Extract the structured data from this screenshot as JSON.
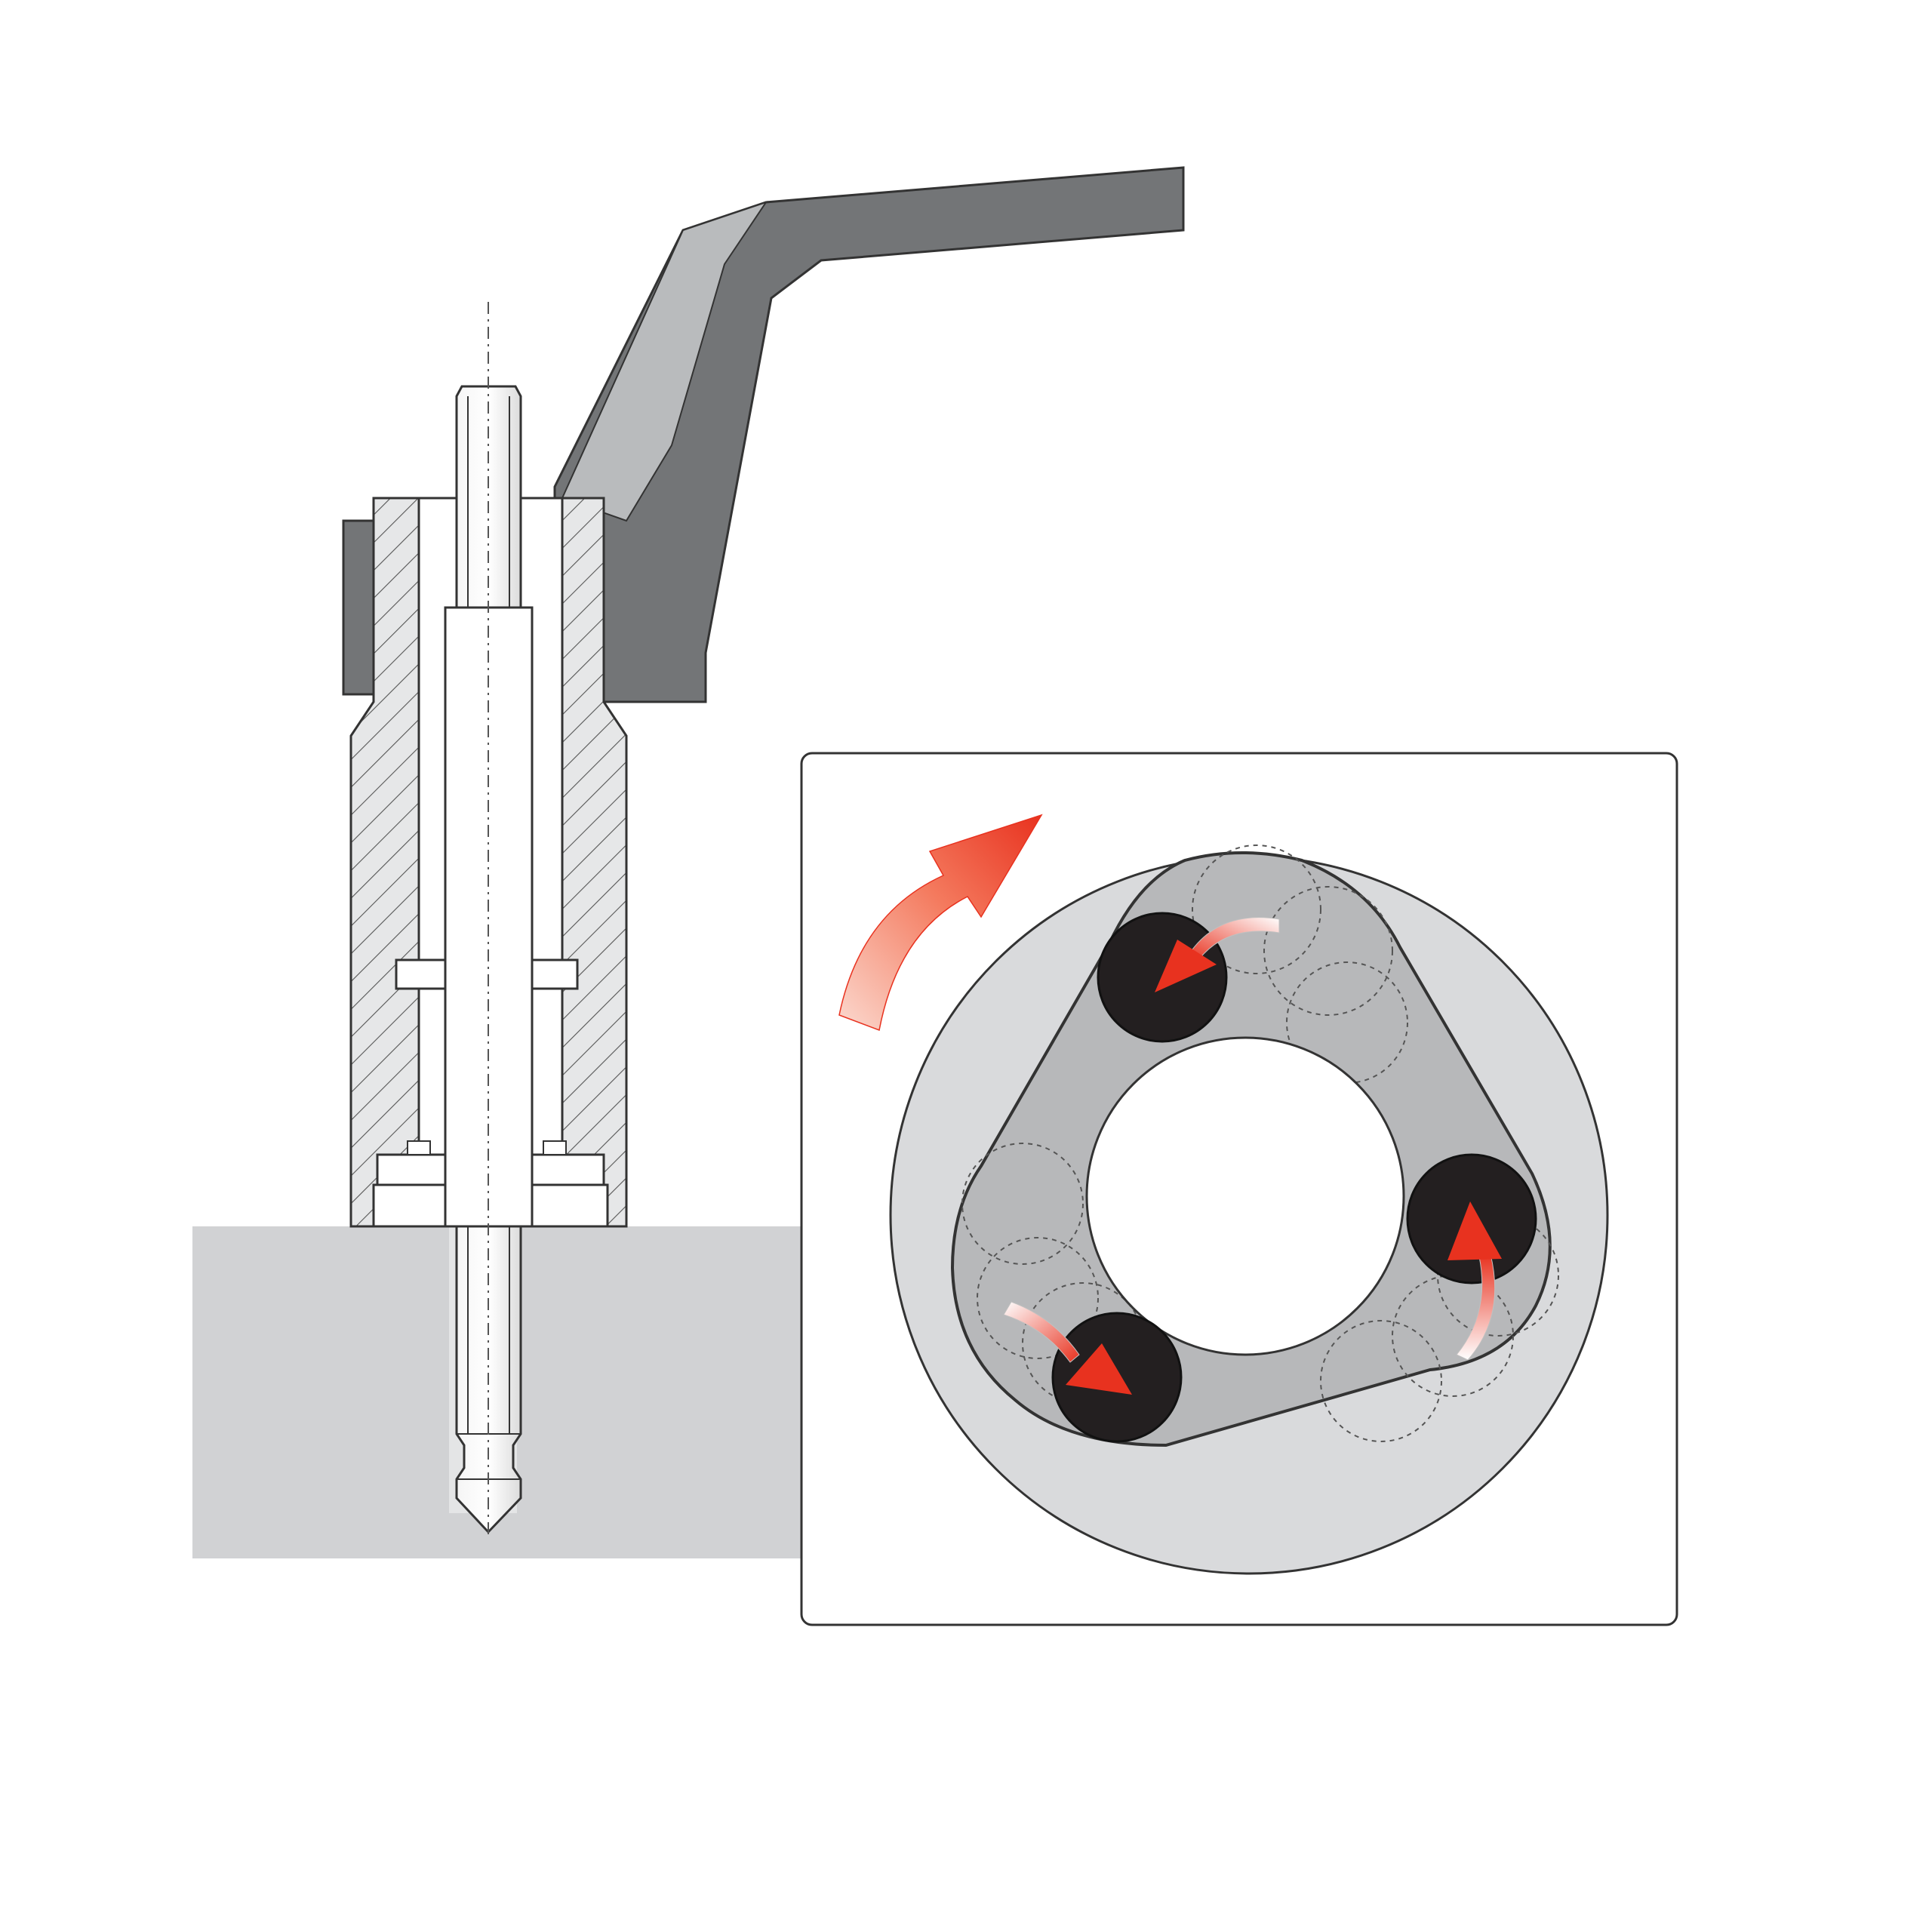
{
  "figure": {
    "section_view": {
      "parts": [
        "workpiece-block",
        "handle-lever",
        "clamp-nut",
        "adapter-sleeve",
        "threaded-stud",
        "center-axis"
      ]
    },
    "detail_inset": {
      "parts": [
        "outer-ring",
        "triangular-cam",
        "center-bore",
        "ball-top",
        "ball-right",
        "ball-bottom-left"
      ],
      "rotation_arrow_color": "#ee3a2a",
      "ball_arrow_color": "#f36a52",
      "ball_color": "#231f20"
    },
    "colors": {
      "handle": "#737577",
      "handle_face": "#b9bbbd",
      "block": "#d1d2d4",
      "ring": "#d9dadc",
      "cam": "#b7b8ba",
      "outline": "#333333"
    }
  }
}
